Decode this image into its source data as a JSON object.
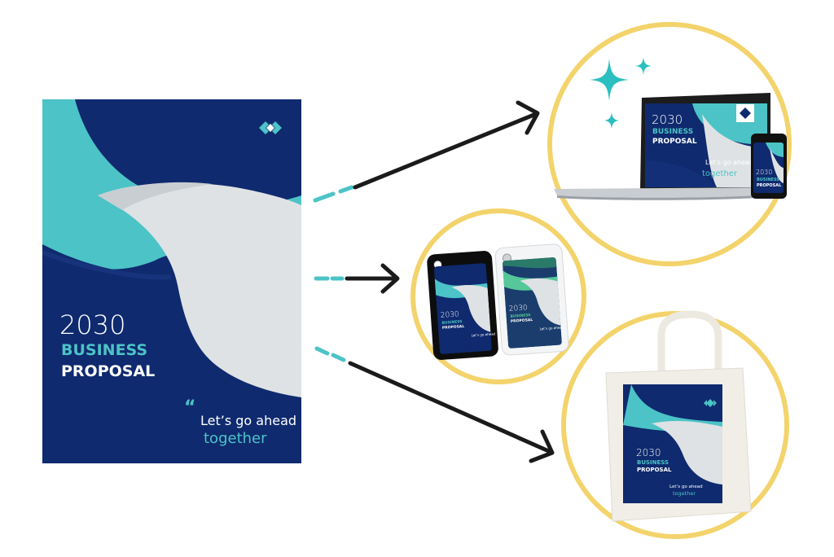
{
  "poster": {
    "year": "2030",
    "line1": "BUSINESS",
    "line2": "PROPOSAL",
    "quote_mark": "“",
    "slogan_line1": "Let’s go ahead",
    "slogan_line2": "together"
  },
  "mockups": {
    "laptop": {
      "year": "2030",
      "line1": "BUSINESS",
      "line2": "PROPOSAL",
      "slogan_line1": "Let’s go ahead",
      "slogan_line2": "together"
    },
    "small_phone": {
      "year": "2030",
      "line1": "BUSINESS",
      "line2": "PROPOSAL"
    },
    "tote_bag": {
      "year": "2030",
      "line1": "BUSINESS",
      "line2": "PROPOSAL",
      "slogan_line1": "Let’s go ahead",
      "slogan_line2": "together"
    }
  },
  "icons": [
    "diamond-logo-icon",
    "sparkle-icon",
    "arrow-right-icon",
    "laptop-icon",
    "phone-icon",
    "tote-bag-icon"
  ],
  "colors": {
    "navy": "#0f2a6e",
    "navy_dark": "#0a1f57",
    "teal": "#4cc3c7",
    "light_gray": "#dfe2e4",
    "circle_ring": "#f3d36b",
    "arrow": "#1b1b1b",
    "sparkle": "#2bbfc0"
  }
}
